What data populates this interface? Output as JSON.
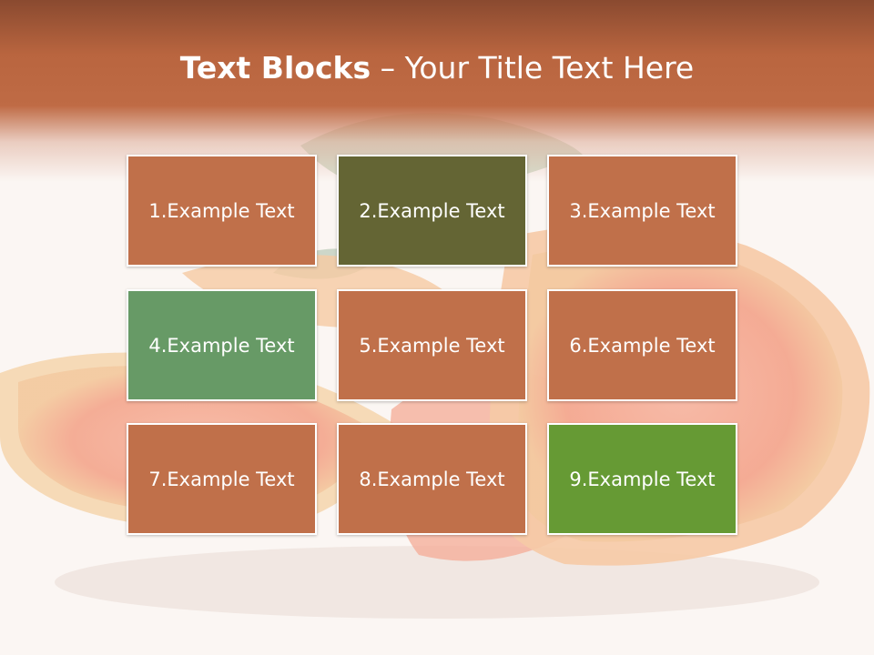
{
  "title": {
    "bold": "Text Blocks",
    "separator": " – ",
    "rest": "Your Title Text Here"
  },
  "blocks": [
    {
      "label": "1.Example Text",
      "color": "#c0704a"
    },
    {
      "label": "2.Example Text",
      "color": "#646534"
    },
    {
      "label": "3.Example Text",
      "color": "#c0704a"
    },
    {
      "label": "4.Example Text",
      "color": "#679a66"
    },
    {
      "label": "5.Example Text",
      "color": "#c0704a"
    },
    {
      "label": "6.Example Text",
      "color": "#c0704a"
    },
    {
      "label": "7.Example Text",
      "color": "#c0704a"
    },
    {
      "label": "8.Example Text",
      "color": "#c0704a"
    },
    {
      "label": "9.Example Text",
      "color": "#669a34"
    }
  ],
  "colors": {
    "header": "#bf6b45",
    "background": "#fbf6f3"
  }
}
